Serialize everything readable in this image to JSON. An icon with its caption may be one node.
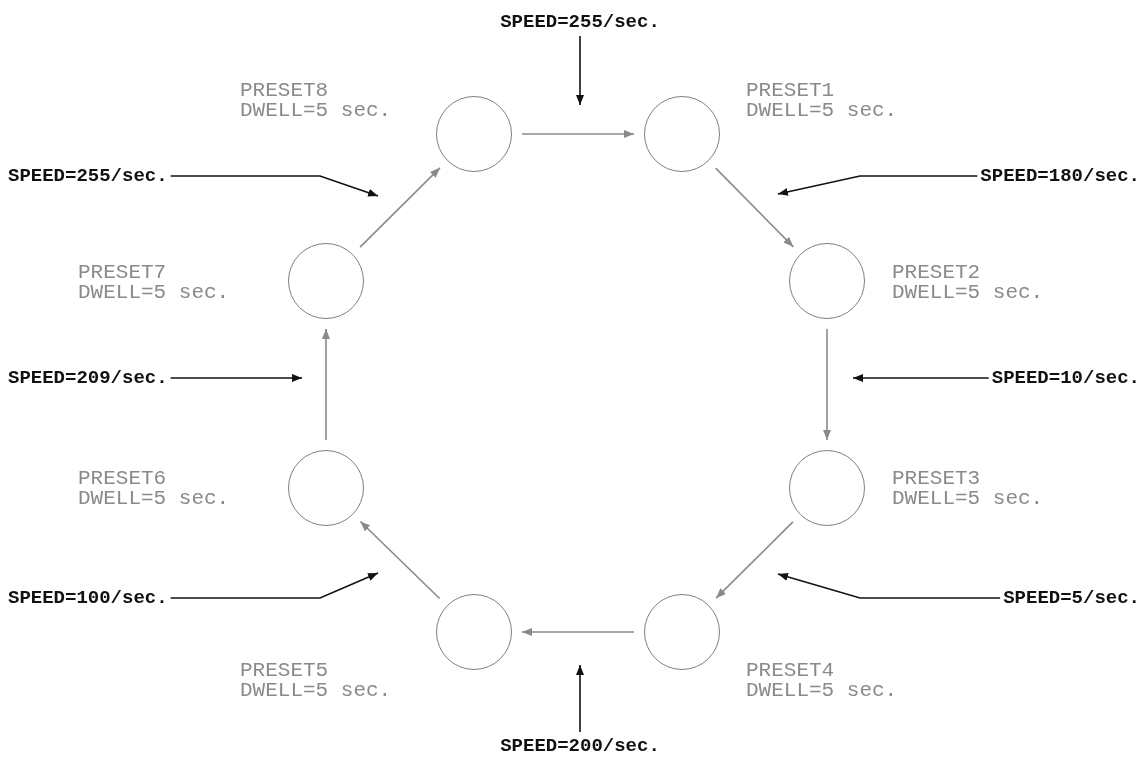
{
  "diagram": {
    "nodes": [
      {
        "text": [],
        "shape": "circle",
        "beside": [
          "PRESET1",
          "DWELL=5 sec."
        ]
      },
      {
        "text": [],
        "shape": "circle",
        "beside": [
          "PRESET2",
          "DWELL=5 sec."
        ]
      },
      {
        "text": [],
        "shape": "circle",
        "beside": [
          "PRESET3",
          "DWELL=5 sec."
        ]
      },
      {
        "text": [],
        "shape": "circle",
        "beside": [
          "PRESET4",
          "DWELL=5 sec."
        ]
      },
      {
        "text": [],
        "shape": "circle",
        "beside": [
          "PRESET5",
          "DWELL=5 sec."
        ]
      },
      {
        "text": [],
        "shape": "circle",
        "beside": [
          "PRESET6",
          "DWELL=5 sec."
        ]
      },
      {
        "text": [],
        "shape": "circle",
        "beside": [
          "PRESET7",
          "DWELL=5 sec."
        ]
      },
      {
        "text": [],
        "shape": "circle",
        "beside": [
          "PRESET8",
          "DWELL=5 sec."
        ]
      },
      {
        "text": [
          "SPEED=255/sec."
        ]
      },
      {
        "text": [
          "SPEED=180/sec."
        ]
      },
      {
        "text": [
          "SPEED=10/sec."
        ]
      },
      {
        "text": [
          "SPEED=5/sec."
        ]
      },
      {
        "text": [
          "SPEED=200/sec."
        ]
      },
      {
        "text": [
          "SPEED=100/sec."
        ]
      },
      {
        "text": [
          "SPEED=209/sec."
        ]
      },
      {
        "text": [
          "SPEED=255/sec."
        ]
      }
    ],
    "edges": [
      {
        "from": 7,
        "to": 0,
        "arrow": "to"
      },
      {
        "from": 0,
        "to": 1,
        "arrow": "to"
      },
      {
        "from": 1,
        "to": 2,
        "arrow": "to"
      },
      {
        "from": 2,
        "to": 3,
        "arrow": "to"
      },
      {
        "from": 3,
        "to": 4,
        "arrow": "to"
      },
      {
        "from": 4,
        "to": 5,
        "arrow": "to"
      },
      {
        "from": 5,
        "to": 6,
        "arrow": "to"
      },
      {
        "from": 6,
        "to": 7,
        "arrow": "to"
      },
      {
        "from": 8,
        "to": null,
        "arrow": "to",
        "color": "#111111"
      },
      {
        "from": 9,
        "to": null,
        "arrow": "to",
        "color": "#111111"
      },
      {
        "from": 10,
        "to": null,
        "arrow": "to",
        "color": "#111111"
      },
      {
        "from": 11,
        "to": null,
        "arrow": "to",
        "color": "#111111"
      },
      {
        "from": 12,
        "to": null,
        "arrow": "to",
        "color": "#111111"
      },
      {
        "from": 13,
        "to": null,
        "arrow": "to",
        "color": "#111111"
      },
      {
        "from": 14,
        "to": null,
        "arrow": "to",
        "color": "#111111"
      },
      {
        "from": 15,
        "to": null,
        "arrow": "to",
        "color": "#111111"
      }
    ]
  }
}
